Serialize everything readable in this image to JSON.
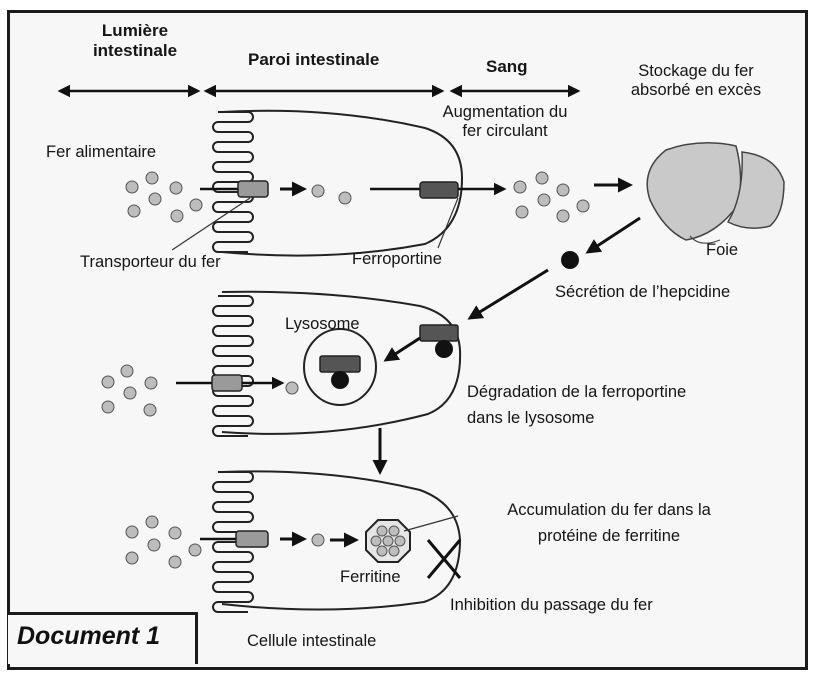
{
  "document": {
    "title": "Document 1"
  },
  "regions": {
    "lumen": "Lumière\nintestinale",
    "wall": "Paroi intestinale",
    "blood": "Sang"
  },
  "labels": {
    "fer_alimentaire": "Fer alimentaire",
    "transporteur": "Transporteur du fer",
    "ferroportine": "Ferroportine",
    "augmentation": "Augmentation du\nfer circulant",
    "stockage": "Stockage du fer\nabsorbé en excès",
    "foie": "Foie",
    "secretion": "Sécrétion de l’hepcidine",
    "lysosome": "Lysosome",
    "degradation": "Dégradation de la ferroportine\ndans le lysosome",
    "accumulation": "Accumulation du fer dans la\nprotéine de ferritine",
    "ferritine": "Ferritine",
    "inhibition": "Inhibition du passage du fer",
    "cellule": "Cellule intestinale"
  },
  "colors": {
    "iron_particle": "#bdbdbd",
    "transporter": "#9a9a9a",
    "ferroportin": "#555555",
    "hepcidin": "#111111",
    "liver": "#c9c9c9"
  }
}
